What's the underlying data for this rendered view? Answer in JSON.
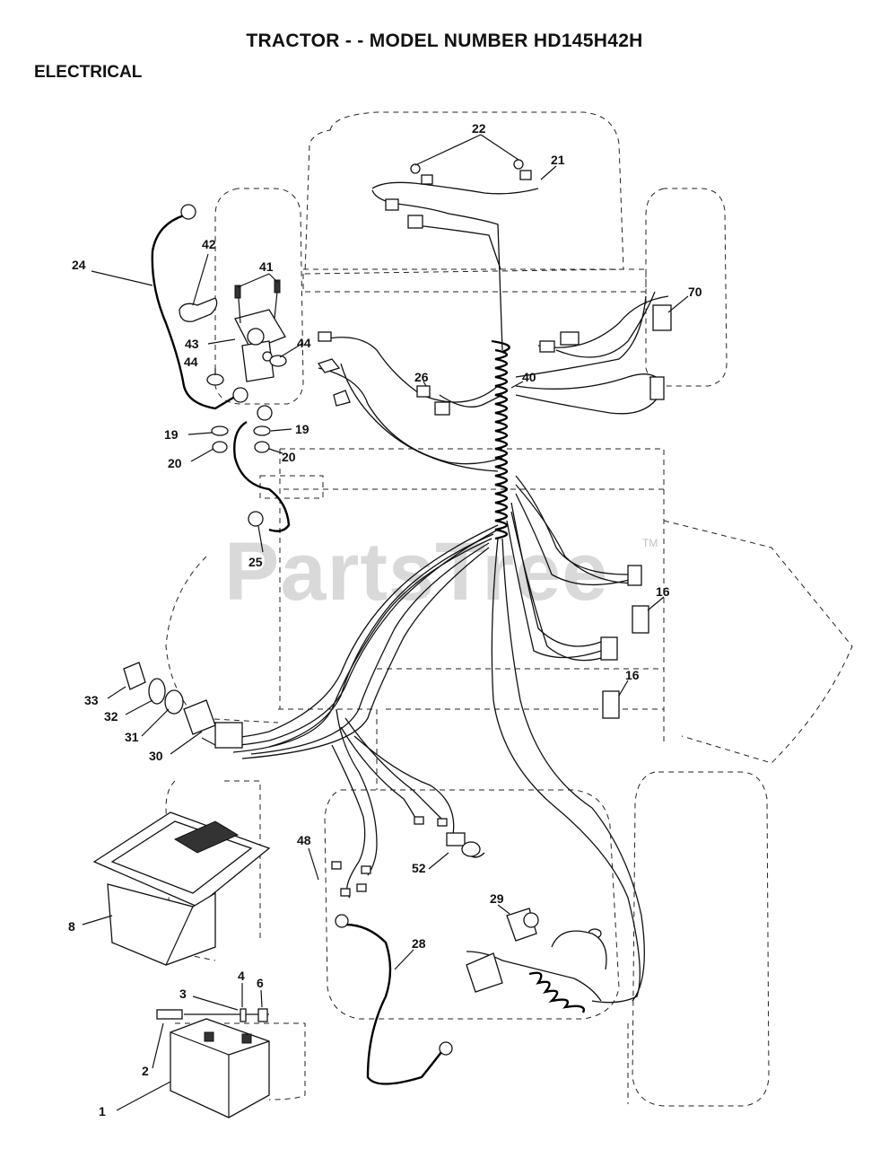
{
  "header": {
    "title": "TRACTOR - - MODEL NUMBER HD145H42H",
    "section": "ELECTRICAL"
  },
  "watermark": {
    "text": "PartsTree",
    "tm": "TM"
  },
  "callouts": {
    "c1": "1",
    "c2": "2",
    "c3": "3",
    "c4": "4",
    "c6": "6",
    "c8": "8",
    "c16a": "16",
    "c16b": "16",
    "c19a": "19",
    "c19b": "19",
    "c20a": "20",
    "c20b": "20",
    "c21": "21",
    "c22": "22",
    "c24": "24",
    "c25": "25",
    "c26": "26",
    "c28": "28",
    "c29": "29",
    "c30": "30",
    "c31": "31",
    "c32": "32",
    "c33": "33",
    "c40": "40",
    "c41": "41",
    "c42": "42",
    "c43": "43",
    "c44a": "44",
    "c44b": "44",
    "c48": "48",
    "c52": "52",
    "c70": "70"
  }
}
